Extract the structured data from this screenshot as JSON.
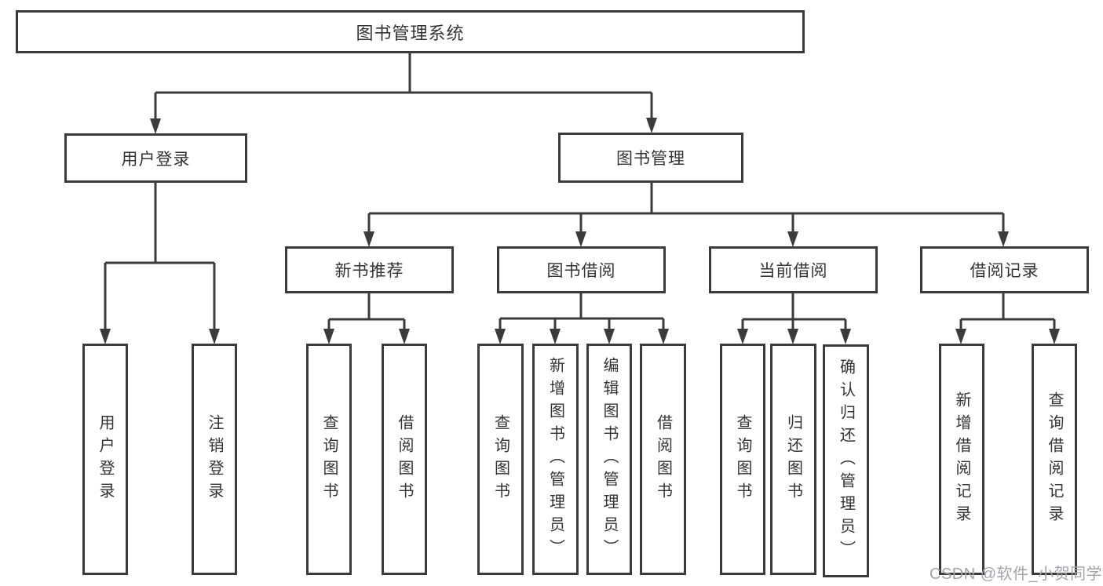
{
  "colors": {
    "line": "#3b3b3b",
    "box_border": "#3b3b3b",
    "box_background": "#ffffff",
    "text": "#333333",
    "watermark": "#a2a4aa",
    "background": "#ffffff"
  },
  "watermark": {
    "text": "CSDN @软件_小贺同学"
  },
  "tree": {
    "root": {
      "label": "图书管理系统",
      "children": [
        {
          "label": "用户登录",
          "children": [
            {
              "label": "用户登录"
            },
            {
              "label": "注销登录"
            }
          ]
        },
        {
          "label": "图书管理",
          "children": [
            {
              "label": "新书推荐",
              "children": [
                {
                  "label": "查询图书"
                },
                {
                  "label": "借阅图书"
                }
              ]
            },
            {
              "label": "图书借阅",
              "children": [
                {
                  "label": "查询图书"
                },
                {
                  "label": "新增图书（管理员）"
                },
                {
                  "label": "编辑图书（管理员）"
                },
                {
                  "label": "借阅图书"
                }
              ]
            },
            {
              "label": "当前借阅",
              "children": [
                {
                  "label": "查询图书"
                },
                {
                  "label": "归还图书"
                },
                {
                  "label": "确认归还（管理员）"
                }
              ]
            },
            {
              "label": "借阅记录",
              "children": [
                {
                  "label": "新增借阅记录"
                },
                {
                  "label": "查询借阅记录"
                }
              ]
            }
          ]
        }
      ]
    }
  }
}
